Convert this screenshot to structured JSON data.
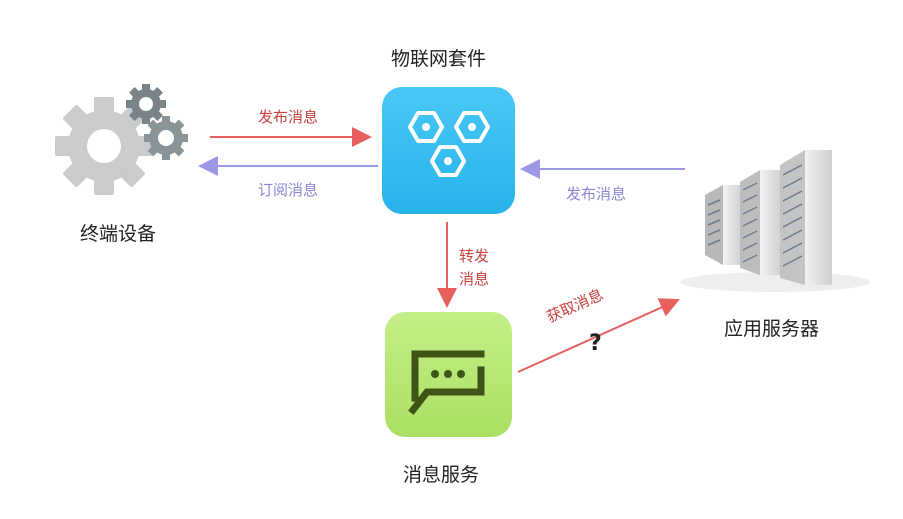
{
  "nodes": {
    "device": "终端设备",
    "iot_suite": "物联网套件",
    "message_service": "消息服务",
    "app_server": "应用服务器"
  },
  "edges": {
    "device_publish": "发布消息",
    "device_subscribe": "订阅消息",
    "server_publish": "发布消息",
    "forward_line1": "转发",
    "forward_line2": "消息",
    "fetch": "获取消息",
    "fetch_question": "?"
  },
  "colors": {
    "red": "#e8605e",
    "purple": "#9b98e6",
    "iot_tile": "#2fb8ee",
    "msg_tile": "#b6e673",
    "msg_icon": "#3e5416"
  },
  "icons": {
    "device": "gears-icon",
    "iot_suite": "hexagon-cluster-icon",
    "message_service": "chat-bubble-icon",
    "app_server": "server-rack-icon"
  }
}
